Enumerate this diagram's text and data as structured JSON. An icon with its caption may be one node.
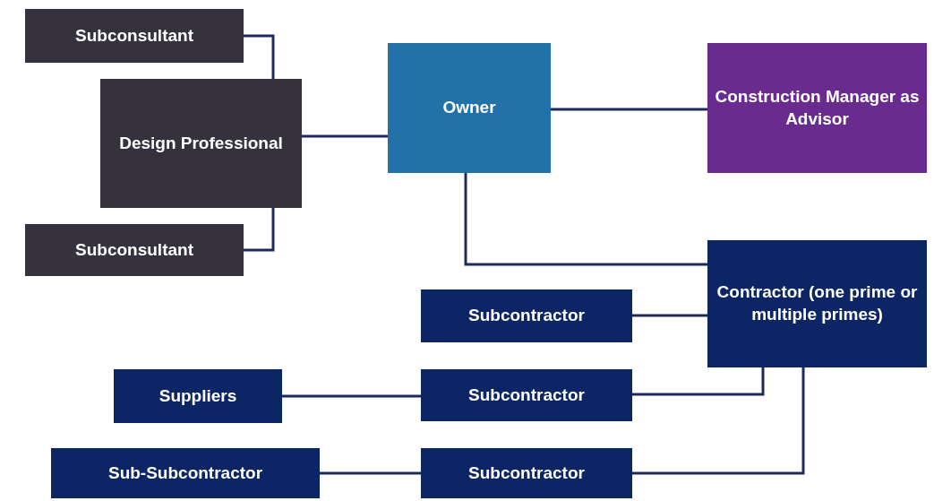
{
  "diagram": {
    "nodes": [
      {
        "text": [
          "Subconsultant"
        ]
      },
      {
        "text": [
          "Design Professional"
        ]
      },
      {
        "text": [
          "Subconsultant"
        ]
      },
      {
        "text": [
          "Owner"
        ]
      },
      {
        "text": [
          "Construction Manager as Advisor"
        ]
      },
      {
        "text": [
          "Contractor (one prime or multiple primes)"
        ]
      },
      {
        "text": [
          "Subcontractor"
        ]
      },
      {
        "text": [
          "Suppliers"
        ]
      },
      {
        "text": [
          "Subcontractor"
        ]
      },
      {
        "text": [
          "Sub-Subcontractor"
        ]
      },
      {
        "text": [
          "Subcontractor"
        ]
      }
    ],
    "edges": [
      {
        "from": 0,
        "to": 1,
        "arrow": "none"
      },
      {
        "from": 2,
        "to": 1,
        "arrow": "none"
      },
      {
        "from": 1,
        "to": 3,
        "arrow": "none"
      },
      {
        "from": 3,
        "to": 4,
        "arrow": "none"
      },
      {
        "from": 3,
        "to": 5,
        "arrow": "none"
      },
      {
        "from": 6,
        "to": 5,
        "arrow": "none"
      },
      {
        "from": 8,
        "to": 5,
        "arrow": "none"
      },
      {
        "from": 10,
        "to": 5,
        "arrow": "none"
      },
      {
        "from": 7,
        "to": 8,
        "arrow": "none"
      },
      {
        "from": 9,
        "to": 10,
        "arrow": "none"
      }
    ]
  }
}
